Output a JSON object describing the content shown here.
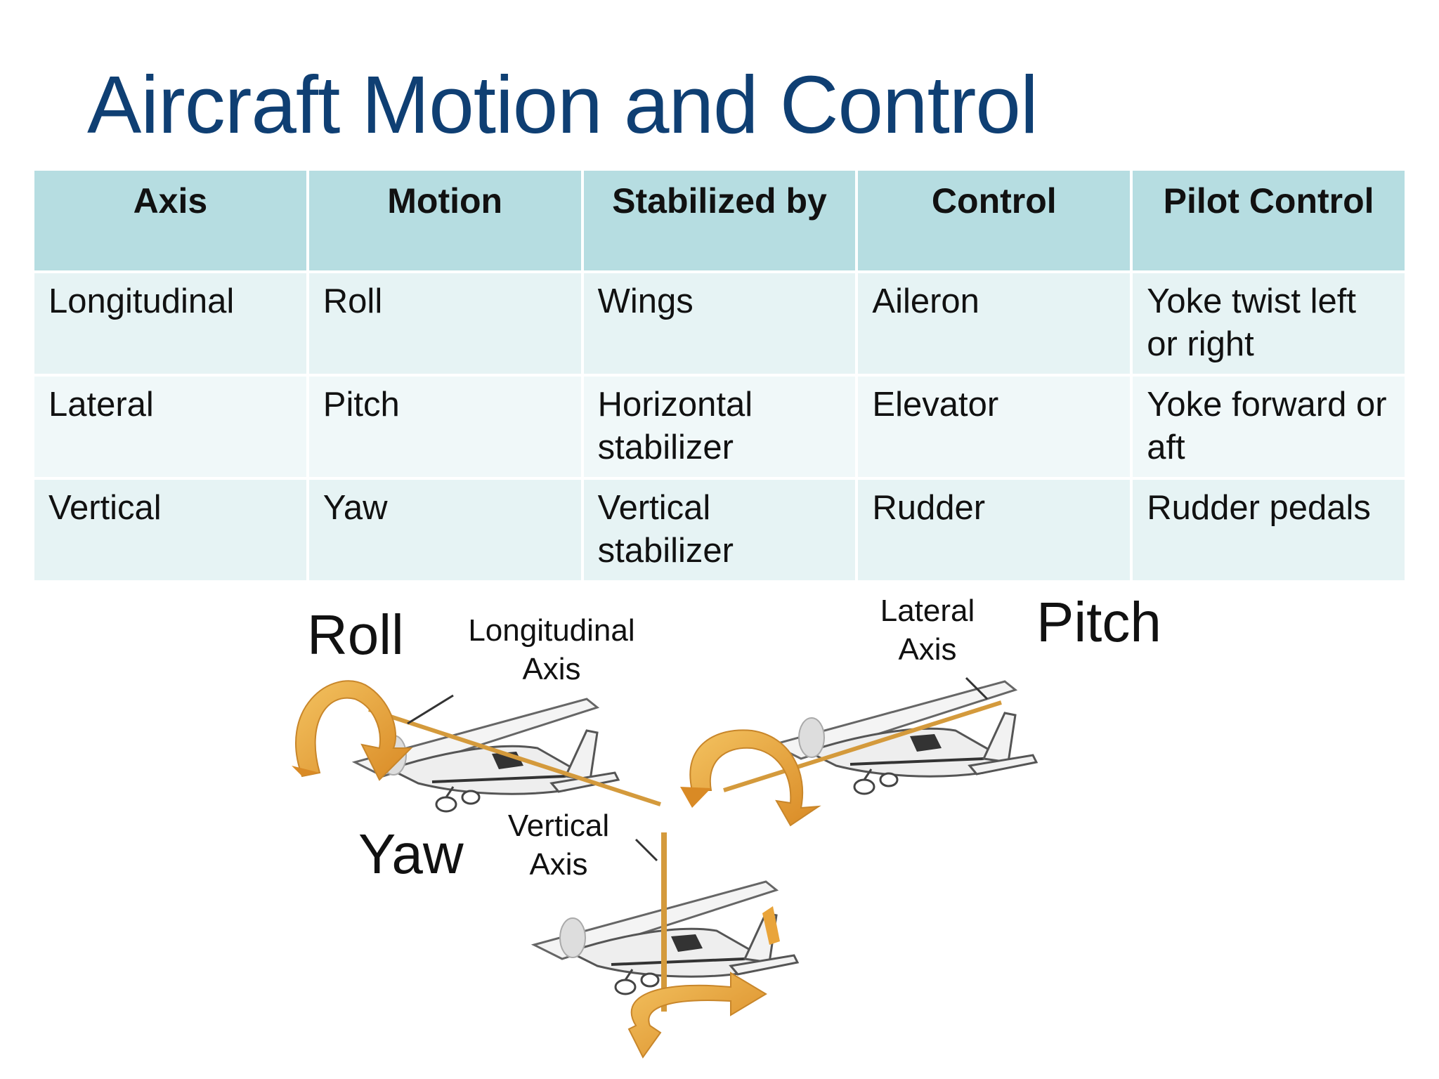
{
  "title": "Aircraft Motion and Control",
  "table": {
    "headers": [
      "Axis",
      "Motion",
      "Stabilized by",
      "Control",
      "Pilot Control"
    ],
    "rows": [
      [
        "Longitudinal",
        "Roll",
        "Wings",
        "Aileron",
        "Yoke twist left or right"
      ],
      [
        "Lateral",
        "Pitch",
        "Horizontal stabilizer",
        "Elevator",
        "Yoke forward or aft"
      ],
      [
        "Vertical",
        "Yaw",
        "Vertical stabilizer",
        "Rudder",
        "Rudder pedals"
      ]
    ]
  },
  "diagram": {
    "roll_label": "Roll",
    "longitudinal_axis_label_1": "Longitudinal",
    "longitudinal_axis_label_2": "Axis",
    "pitch_label": "Pitch",
    "lateral_axis_label_1": "Lateral",
    "lateral_axis_label_2": "Axis",
    "yaw_label": "Yaw",
    "vertical_axis_label_1": "Vertical",
    "vertical_axis_label_2": "Axis",
    "colors": {
      "arrow": "#e9a43a",
      "axis_rod": "#d49a3c",
      "plane_body": "#f2f2f2",
      "plane_outline": "#555555"
    }
  }
}
